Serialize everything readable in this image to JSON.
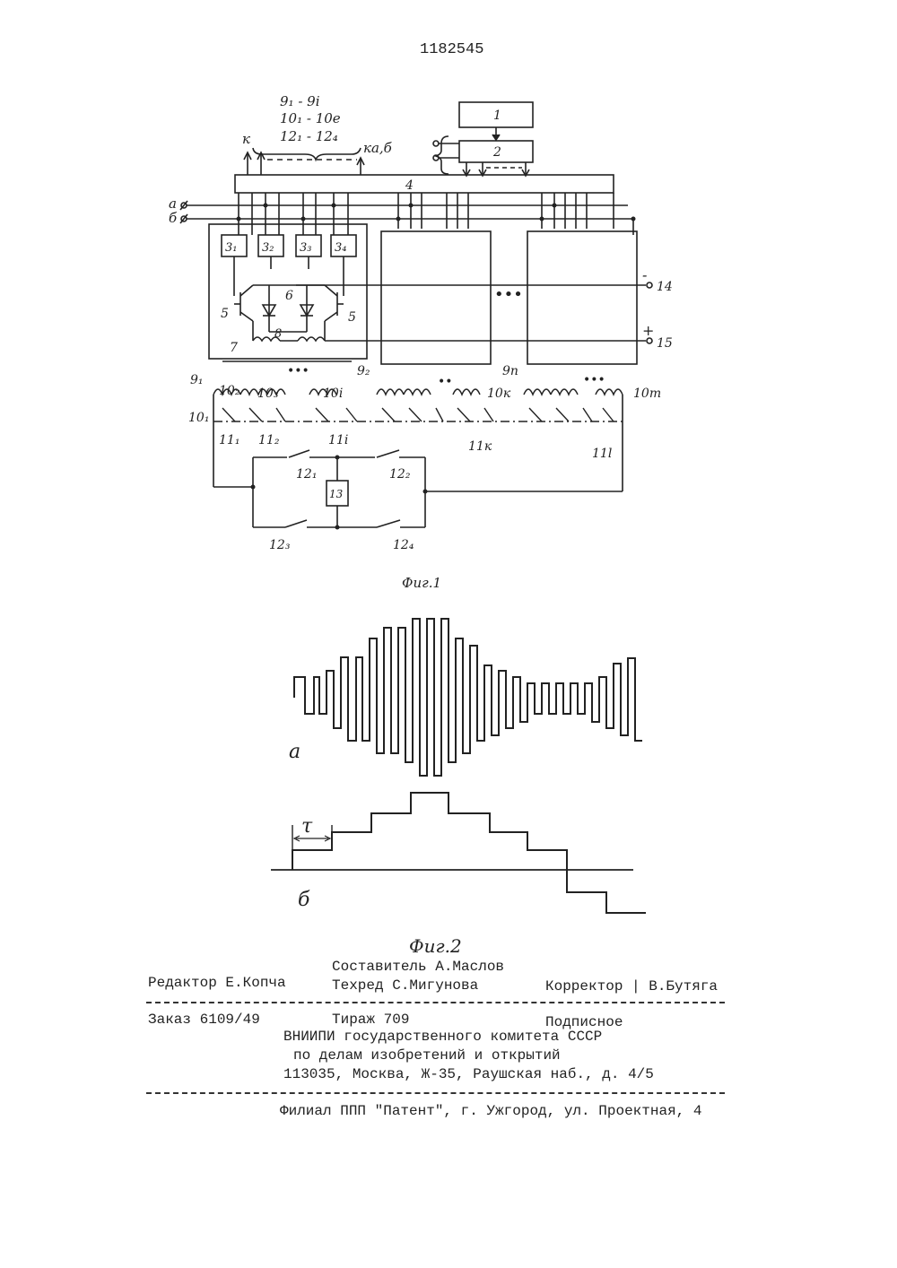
{
  "patent_number": "1182545",
  "fig1": {
    "caption": "Фиг.1",
    "top_labels": [
      "9₁ - 9i",
      "10₁ - 10e",
      "12₁ - 12₄"
    ],
    "k_left": "к",
    "k_right": "ка,б",
    "blocks": [
      "1",
      "2",
      "4",
      "3₁",
      "3₂",
      "3₃",
      "3₄",
      "13"
    ],
    "inputs": [
      "а",
      "б"
    ],
    "terminals": {
      "minus_sign": "-",
      "plus_sign": "+",
      "t14": "14",
      "t15": "15"
    },
    "labels": [
      "5",
      "6",
      "7",
      "8",
      "5",
      "9₁",
      "10₂",
      "10₃",
      "10i",
      "9₂",
      "9n",
      "10к",
      "10m",
      "10₁",
      "11₁",
      "11₂",
      "11i",
      "11к",
      "11l",
      "12₁",
      "12₂",
      "12₃",
      "12₄"
    ]
  },
  "fig2": {
    "caption": "Фиг.2",
    "label_a": "а",
    "label_b": "б",
    "tau": "τ"
  },
  "footer": {
    "editor": "Редактор Е.Копча",
    "compiler": "Составитель А.Маслов",
    "techred": "Техред С.Мигунова",
    "corrector": "Корректор | В.Бутяга",
    "order": "Заказ 6109/49",
    "edition": "Тираж 709",
    "subscription": "Подписное",
    "org1": "ВНИИПИ государственного комитета СССР",
    "org2": "по делам изобретений и открытий",
    "address": "113035, Москва, Ж-35, Раушская наб., д. 4/5",
    "branch": "Филиал ППП \"Патент\", г. Ужгород, ул. Проектная, 4"
  }
}
